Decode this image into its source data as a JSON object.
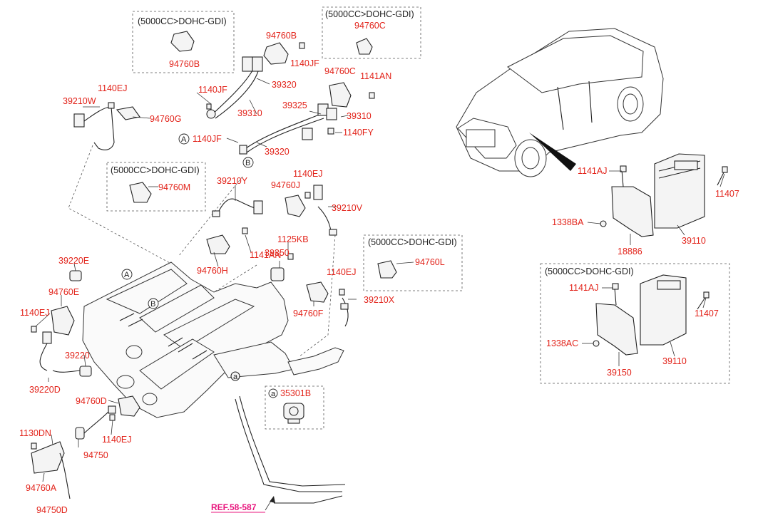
{
  "colors": {
    "label": "#e2231a",
    "ref_link": "#e8157d",
    "line": "#222222",
    "background": "#ffffff"
  },
  "spec_header": "(5000CC>DOHC-GDI)",
  "markers": {
    "a": "a",
    "b": "B",
    "upper_a": "A"
  },
  "labels": {
    "p94760B_inset": "94760B",
    "p94760B": "94760B",
    "p1140JF_top": "1140JF",
    "p94760C_inset": "94760C",
    "p94760C": "94760C",
    "p1141AN_top": "1141AN",
    "p1140EJ_a": "1140EJ",
    "p39210W": "39210W",
    "p94760G": "94760G",
    "p1140JF_mid": "1140JF",
    "p39320_a": "39320",
    "p39310_a": "39310",
    "p39325": "39325",
    "p39310_b": "39310",
    "p1140FY": "1140FY",
    "p1140JF_low": "1140JF",
    "p39320_b": "39320",
    "p94760M": "94760M",
    "p39210Y": "39210Y",
    "p1140EJ_b": "1140EJ",
    "p94760J": "94760J",
    "p39210V": "39210V",
    "p94760H": "94760H",
    "p1141AN_mid": "1141AN",
    "p1125KB": "1125KB",
    "p39350": "39350",
    "p94760L": "94760L",
    "p1140EJ_c": "1140EJ",
    "p39210X": "39210X",
    "p94760F": "94760F",
    "p39220E": "39220E",
    "p94760E": "94760E",
    "p1140EJ_d": "1140EJ",
    "p39220": "39220",
    "p39220D": "39220D",
    "p94760D": "94760D",
    "p1130DN": "1130DN",
    "p1140EJ_e": "1140EJ",
    "p94750": "94750",
    "p94760A": "94760A",
    "p94750D": "94750D",
    "p35301B": "35301B",
    "ref": "REF.58-587",
    "p1141AJ_a": "1141AJ",
    "p11407_a": "11407",
    "p1338BA": "1338BA",
    "p39110_a": "39110",
    "p18886": "18886",
    "p1141AJ_b": "1141AJ",
    "p11407_b": "11407",
    "p1338AC": "1338AC",
    "p39110_b": "39110",
    "p39150": "39150"
  }
}
